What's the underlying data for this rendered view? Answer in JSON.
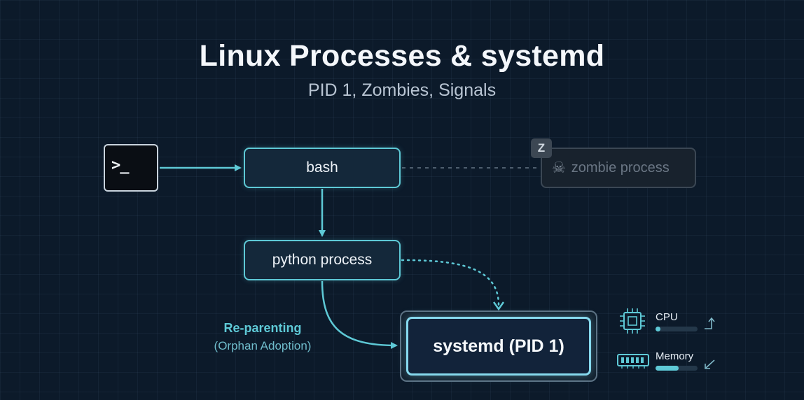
{
  "title": "Linux Processes & systemd",
  "subtitle": "PID 1, Zombies, Signals",
  "terminal": {
    "icon": "terminal-prompt-icon",
    "prompt": ">_"
  },
  "nodes": {
    "bash": "bash",
    "python": "python process",
    "zombie": "zombie process",
    "zombie_badge": "Z",
    "systemd": "systemd (PID 1)"
  },
  "edges": {
    "reparent_label": "Re-parenting",
    "reparent_sublabel": "(Orphan Adoption)"
  },
  "metrics": {
    "cpu": {
      "label": "CPU",
      "fraction": 0.12,
      "trend": "up",
      "icon": "cpu-chip-icon"
    },
    "memory": {
      "label": "Memory",
      "fraction": 0.55,
      "trend": "down",
      "icon": "memory-module-icon"
    }
  },
  "colors": {
    "accent": "#5ec9d6",
    "systemd_border": "#86d9ee",
    "background": "#0c1a2a",
    "zombie": "#6a7684"
  }
}
